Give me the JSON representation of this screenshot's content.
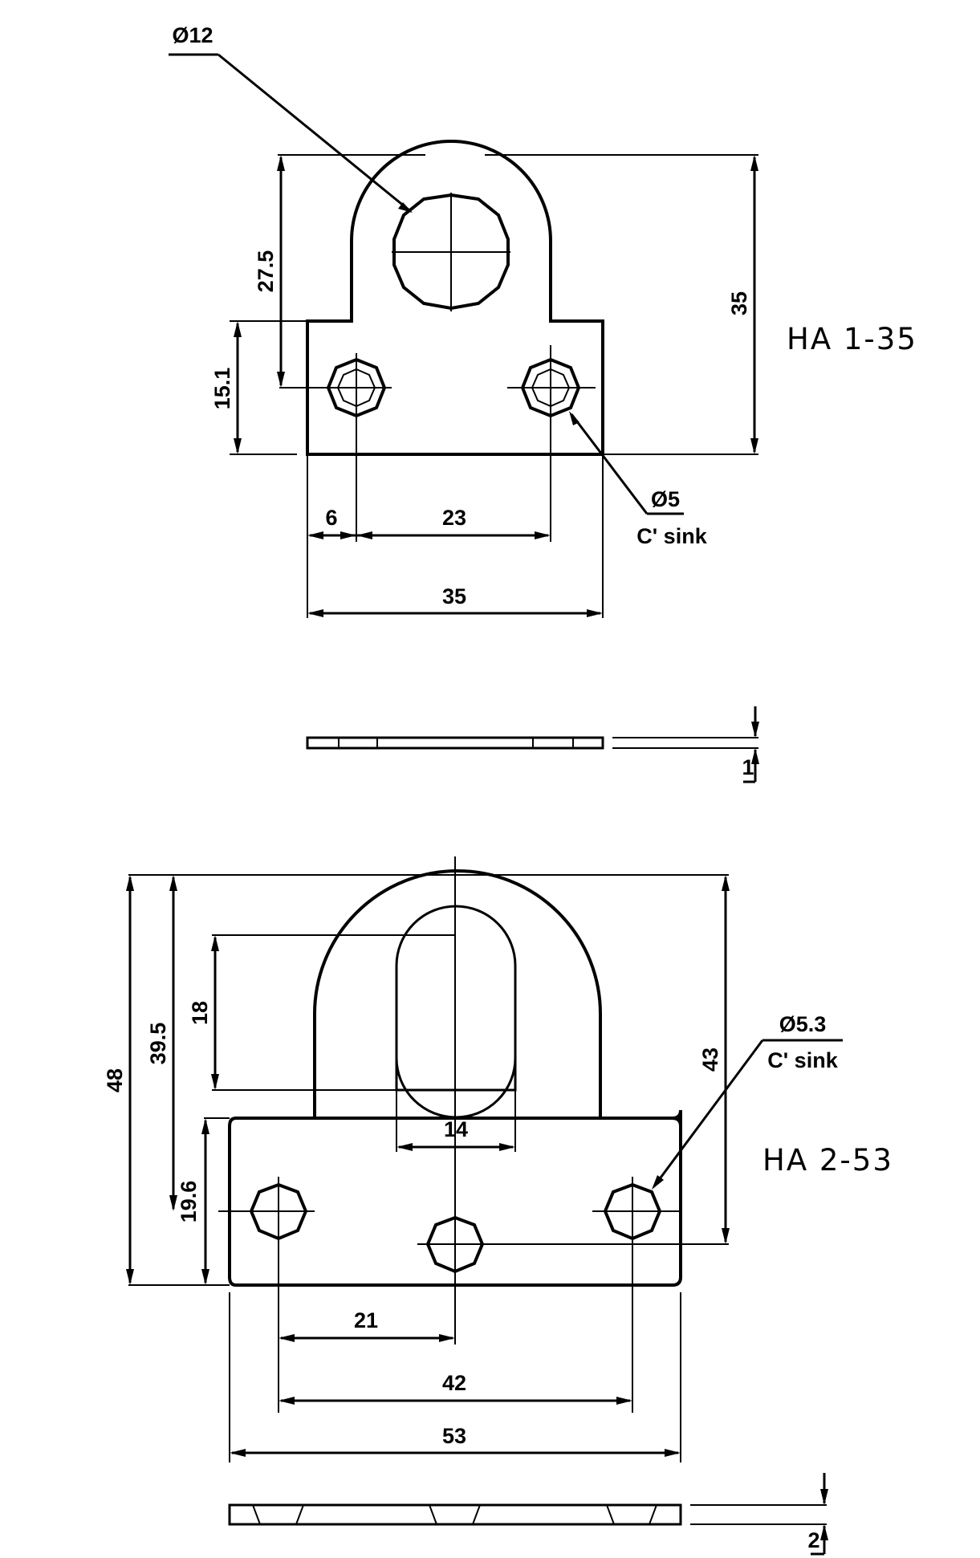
{
  "part1": {
    "label": "HA 1-35",
    "hole_large": "Ø12",
    "hole_small": "Ø5",
    "hole_small_note": "C' sink",
    "dim_height_hole": "27.5",
    "dim_height_small": "15.1",
    "dim_height_total": "35",
    "dim_edge": "6",
    "dim_spacing": "23",
    "dim_width": "35",
    "dim_thickness": "1"
  },
  "part2": {
    "label": "HA 2-53",
    "hole_small": "Ø5.3",
    "hole_small_note": "C' sink",
    "dim_height_total": "48",
    "dim_height_slot_top": "39.5",
    "dim_slot_height": "18",
    "dim_height_right": "43",
    "dim_height_small": "19.6",
    "dim_slot_width": "14",
    "dim_center": "21",
    "dim_spacing": "42",
    "dim_width": "53",
    "dim_thickness": "2"
  }
}
